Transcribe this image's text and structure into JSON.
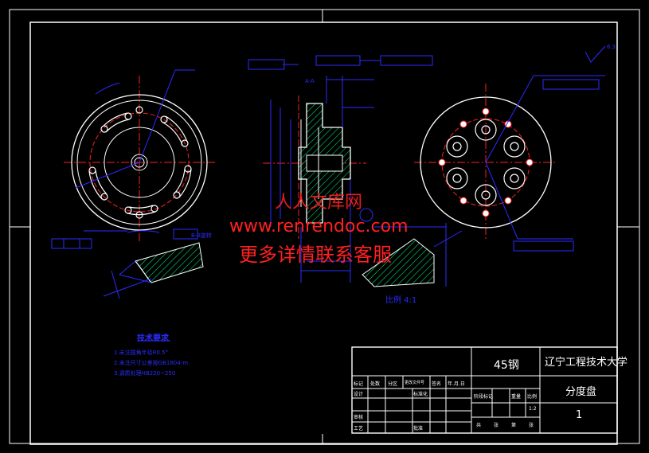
{
  "watermark": {
    "line1": "人人文库网",
    "line2": "www.renrendoc.com",
    "line3": "更多详情联系客服"
  },
  "title_block": {
    "material": "45钢",
    "university": "辽宁工程技术大学",
    "part_name": "分度盘",
    "sheet_number": "1",
    "scale": "1:2",
    "row_labels": {
      "mark": "标记",
      "count": "处数",
      "zone": "分区",
      "change_doc": "更改文件号",
      "signature": "签名",
      "date": "年.月.日",
      "design": "设计",
      "standardize": "标准化",
      "review": "审核",
      "process": "工艺",
      "approve": "批准",
      "stage_mark": "阶段标记",
      "weight": "重量",
      "ratio": "比例",
      "total": "共",
      "sheets": "张",
      "of": "第",
      "sheet": "张"
    }
  },
  "tech_requirements": {
    "title": "技术要求",
    "items": [
      "1.未注圆角半径R0.5°",
      "2.未注尺寸公差按GB1804-m",
      "3.调质处理HB220~250"
    ]
  },
  "section_labels": {
    "section_aa": "A-A",
    "rotated_bb": "B-B旋转",
    "detail_scale": "比例 4:1",
    "surface_roughness": "6.3"
  },
  "colors": {
    "background": "#000000",
    "outline": "#ffffff",
    "dimension": "#2b2bff",
    "centerline": "#ff2020",
    "hatch": "#00ff7f",
    "hole_marker": "#ffff00",
    "watermark": "#ff2020"
  }
}
